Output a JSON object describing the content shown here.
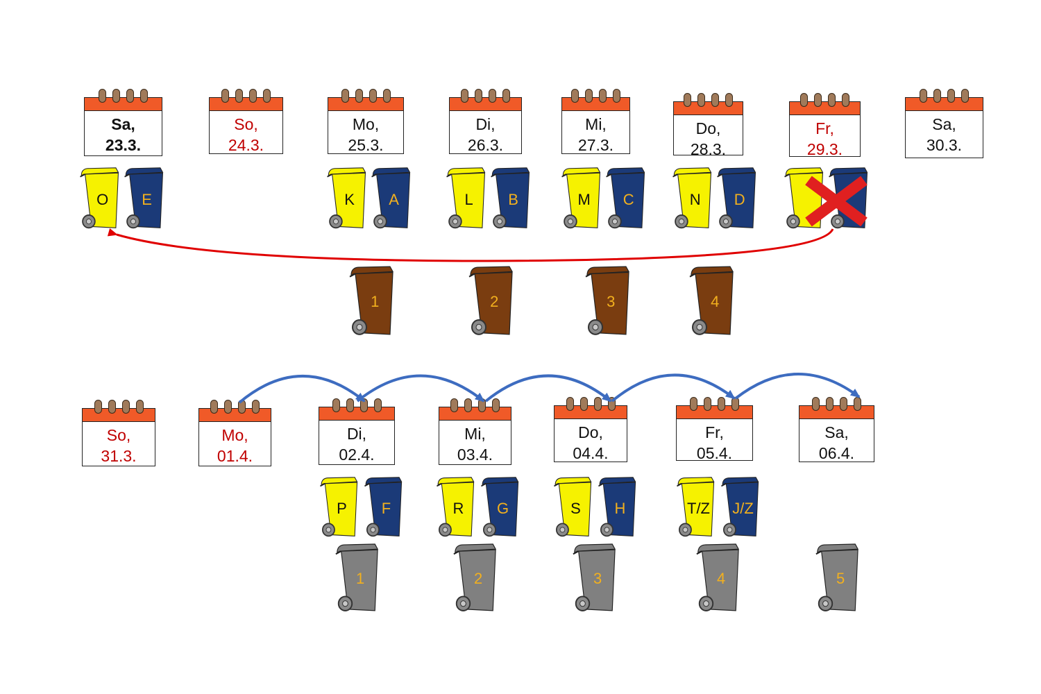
{
  "colors": {
    "calendar_header": "#f05a28",
    "weekend_text": "#c00000",
    "yellow_bin": "#f6f200",
    "blue_bin": "#1b3a78",
    "brown_bin": "#7a3d10",
    "grey_bin": "#808080",
    "label_gold": "#f2b01e",
    "label_dark": "#111111",
    "reschedule_arrow": "#e00000",
    "shift_arrow": "#3d6cc0"
  },
  "week1": {
    "days": [
      {
        "id": "sa-23",
        "day": "Sa,",
        "date": "23.3.",
        "color": "black",
        "bold": true
      },
      {
        "id": "so-24",
        "day": "So,",
        "date": "24.3.",
        "color": "red",
        "bold": false
      },
      {
        "id": "mo-25",
        "day": "Mo,",
        "date": "25.3.",
        "color": "black",
        "bold": false
      },
      {
        "id": "di-26",
        "day": "Di,",
        "date": "26.3.",
        "color": "black",
        "bold": false
      },
      {
        "id": "mi-27",
        "day": "Mi,",
        "date": "27.3.",
        "color": "black",
        "bold": false
      },
      {
        "id": "do-28",
        "day": "Do,",
        "date": "28.3.",
        "color": "black",
        "bold": false
      },
      {
        "id": "fr-29",
        "day": "Fr,",
        "date": "29.3.",
        "color": "red",
        "bold": false
      },
      {
        "id": "sa-30",
        "day": "Sa,",
        "date": "30.3.",
        "color": "black",
        "bold": false
      }
    ],
    "bin_pairs": [
      {
        "yellow": "O",
        "blue": "E"
      },
      {
        "yellow": "K",
        "blue": "A"
      },
      {
        "yellow": "L",
        "blue": "B"
      },
      {
        "yellow": "M",
        "blue": "C"
      },
      {
        "yellow": "N",
        "blue": "D"
      },
      {
        "yellow": "",
        "blue": "",
        "cancelled": true,
        "cancel_icon": "x-mark-icon"
      }
    ],
    "brown_bins": [
      "1",
      "2",
      "3",
      "4"
    ]
  },
  "week2": {
    "days": [
      {
        "id": "so-31",
        "day": "So,",
        "date": "31.3.",
        "color": "red",
        "bold": false
      },
      {
        "id": "mo-01",
        "day": "Mo,",
        "date": "01.4.",
        "color": "red",
        "bold": false
      },
      {
        "id": "di-02",
        "day": "Di,",
        "date": "02.4.",
        "color": "black",
        "bold": false
      },
      {
        "id": "mi-03",
        "day": "Mi,",
        "date": "03.4.",
        "color": "black",
        "bold": false
      },
      {
        "id": "do-04",
        "day": "Do,",
        "date": "04.4.",
        "color": "black",
        "bold": false
      },
      {
        "id": "fr-05",
        "day": "Fr,",
        "date": "05.4.",
        "color": "black",
        "bold": false
      },
      {
        "id": "sa-06",
        "day": "Sa,",
        "date": "06.4.",
        "color": "black",
        "bold": false
      }
    ],
    "bin_pairs": [
      {
        "yellow": "P",
        "blue": "F"
      },
      {
        "yellow": "R",
        "blue": "G"
      },
      {
        "yellow": "S",
        "blue": "H"
      },
      {
        "yellow": "T/Z",
        "blue": "J/Z"
      }
    ],
    "grey_bins": [
      "1",
      "2",
      "3",
      "4",
      "5"
    ]
  }
}
